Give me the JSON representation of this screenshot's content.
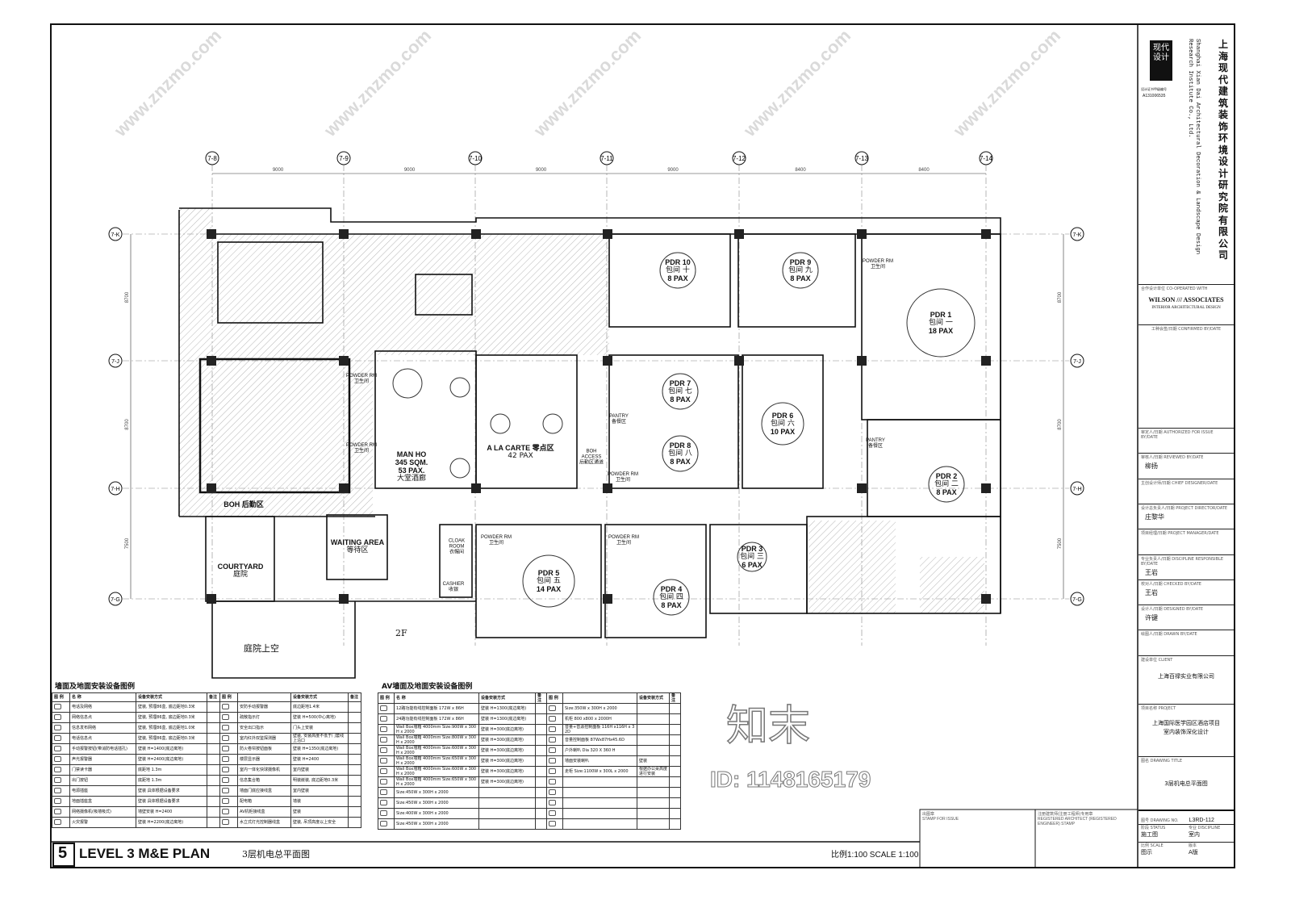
{
  "grid": {
    "columns": [
      "7-8",
      "7-9",
      "7-10",
      "7-11",
      "7-12",
      "7-13",
      "7-14"
    ],
    "column_dims": [
      "9000",
      "9000",
      "9000",
      "9000",
      "8400",
      "8400"
    ],
    "rows": [
      "7-K",
      "7-J",
      "7-H",
      "7-G"
    ],
    "row_dims": [
      "8700",
      "8700",
      "7500"
    ]
  },
  "rooms": {
    "pdr10": {
      "name": "PDR 10",
      "cn": "包间 十",
      "pax": "8 PAX"
    },
    "pdr9": {
      "name": "PDR 9",
      "cn": "包间 九",
      "pax": "8 PAX"
    },
    "pdr1": {
      "name": "PDR 1",
      "cn": "包间 一",
      "pax": "18 PAX"
    },
    "pdr7": {
      "name": "PDR 7",
      "cn": "包间 七",
      "pax": "8 PAX"
    },
    "pdr8": {
      "name": "PDR 8",
      "cn": "包间 八",
      "pax": "8 PAX"
    },
    "pdr6": {
      "name": "PDR 6",
      "cn": "包间 六",
      "pax": "10 PAX"
    },
    "pdr2": {
      "name": "PDR 2",
      "cn": "包间 二",
      "pax": "8 PAX"
    },
    "pdr3": {
      "name": "PDR 3",
      "cn": "包间 三",
      "pax": "6 PAX"
    },
    "pdr4": {
      "name": "PDR 4",
      "cn": "包间 四",
      "pax": "8 PAX"
    },
    "pdr5": {
      "name": "PDR 5",
      "cn": "包间 五",
      "pax": "14 PAX"
    },
    "manho": {
      "name": "MAN HO",
      "area": "345 SQM.",
      "pax": "53 PAX.",
      "cn": "大堂酒廊"
    },
    "alacarte": {
      "name": "A LA CARTE 零点区",
      "pax": "42 PAX"
    },
    "boh_access": {
      "name": "BOH",
      "name2": "ACCESS",
      "cn": "后勤区通道"
    },
    "boh": {
      "name": "BOH 后勤区"
    },
    "waiting": {
      "name": "WAITING AREA",
      "cn": "等待区"
    },
    "courtyard": {
      "name": "COURTYARD",
      "cn": "庭院"
    },
    "cloak": {
      "name": "CLOAK",
      "name2": "ROOM",
      "cn": "衣帽间"
    },
    "cashier": {
      "name": "CASHIER",
      "cn": "收银"
    },
    "pantry": {
      "name": "PANTRY",
      "cn": "备餐区"
    },
    "powder": {
      "name": "POWDER RM",
      "cn": "卫生间"
    },
    "level2": "2F",
    "courtyard_void": "庭院上空"
  },
  "legend_wall": {
    "title": "墙面及地面安装设备图例",
    "headers": [
      "图 例",
      "名 称",
      "设备安装方式",
      "备注",
      "图 例",
      "",
      "设备安装方式",
      "备注"
    ],
    "rows": [
      [
        "电话及网络",
        "壁装, 预埋86盒, 底边距地0.3米",
        "安防手动报警器",
        "底边距地1.4米"
      ],
      [
        "网络信息点",
        "壁装, 预埋86盒, 底边距地0.3米",
        "疏散指示灯",
        "壁装  H=500(中心离地)"
      ],
      [
        "信息发布网络",
        "壁装, 预埋86盒, 底边距地1.0米",
        "安全出口指示",
        "门头上安装"
      ],
      [
        "电话信息点",
        "壁装, 预埋86盒, 底边距地0.3米",
        "室内红外双鉴探测器",
        "壁装, 安装高度不低于门套线上沿口"
      ],
      [
        "手动报警按钮(带消防电话插孔)",
        "壁装  H=1400(底边离地)",
        "防火卷帘按钮面板",
        "壁装  H=1350(底边离地)"
      ],
      [
        "声光报警器",
        "壁装  H=2400(底边离地)",
        "楼层显示器",
        "壁装  H=2400"
      ],
      [
        "门禁读卡器",
        "底距地 1.3m",
        "室内一体化快球摄像机",
        "室内壁装"
      ],
      [
        "出门按钮",
        "底距地 1.3m",
        "信息集合箱",
        "明装嵌装, 底边距地0.3米"
      ],
      [
        "电源插座",
        "壁装  具体根据设备要求",
        "墙面门底应接线盒",
        "室内壁装"
      ],
      [
        "地面插座盒",
        "壁装  具体根据设备要求",
        "配电箱",
        "墙装"
      ],
      [
        "网络摄像机(吸墙吸式)",
        "墙壁安装  H=2400",
        "AV机柜接线盒",
        "壁装"
      ],
      [
        "火灾报警",
        "壁装  H=2200(底边离地)",
        "水立式灯光控制器线盒",
        "壁装, 吊顶高度以上安全"
      ]
    ]
  },
  "legend_av": {
    "title": "AV墙面及地面安装设备图例",
    "headers": [
      "图 例",
      "名 称",
      "设备安装方式",
      "备注",
      "图 例",
      "",
      "设备安装方式",
      "备注"
    ],
    "rows": [
      [
        "12路功能有线控制面板 172W x 86H",
        "壁装  H=1300(底边离地)",
        "Size:350W x 300H x 2000",
        ""
      ],
      [
        "24路功能有线控制面板 172W x 86H",
        "壁装  H=1300(底边离地)",
        "机柜 800 x800 x 2000H",
        ""
      ],
      [
        "Wall Box墙箱 4000mm Size:900W x 300H x 2000",
        "壁装  H=300(底边离地)",
        "音量+音源控制面板 116H x116H x 32D",
        ""
      ],
      [
        "Wall Box墙箱 4000mm Size:800W x 300H x 2000",
        "壁装  H=300(底边离地)",
        "音量控制面板 87Wx87Hx45.6D",
        ""
      ],
      [
        "Wall Box墙箱 4000mm Size:600W x 300H x 2000",
        "壁装  H=300(底边离地)",
        "户外喇叭 Dia 320 X 360 H",
        ""
      ],
      [
        "Wall Box墙箱 4000mm Size:650W x 300H x 2000",
        "壁装  H=300(底边离地)",
        "墙面安装喇叭",
        "壁装"
      ],
      [
        "Wall Box墙箱 4000mm Size:600W x 300H x 2000",
        "壁装  H=300(底边离地)",
        "走柜 Size:1100W x 300L x 2000",
        "根据办公桌高度进行安装"
      ],
      [
        "Wall Box墙箱 4000mm Size:650W x 300H x 2000",
        "壁装  H=300(底边离地)",
        "",
        ""
      ],
      [
        "Size:450W x 300H x 2000",
        "",
        "",
        ""
      ],
      [
        "Size:450W x 300H x 2000",
        "",
        "",
        ""
      ],
      [
        "Size:400W x 300H x 2000",
        "",
        "",
        ""
      ],
      [
        "Size:450W x 300H x 2000",
        "",
        "",
        ""
      ]
    ]
  },
  "footer": {
    "drawing_number": "5",
    "title_en": "LEVEL 3 M&E PLAN",
    "title_cn": "3层机电总平面图",
    "scale": "比例1:100 SCALE 1:100",
    "stamp_label": "出图章\nSTAMP FOR ISSUE",
    "registered_label": "注册建筑师(注册工程师)专用章\nREGISTERED ARCHITECT (REGISTERED ENGINEER) STAMP"
  },
  "titleblock": {
    "company_cn": "上海现代建筑装饰环境设计研究院有限公司",
    "company_en": "Shanghai Xian Dai Architectural Decoration & Landscape Design Research Institute Co., Ltd.",
    "logo_text": "现代设计",
    "cert_label": "设计证书甲级编号",
    "cert_no": "A131006535",
    "coop_label": "合作设计单位 CO-OPERATED WITH",
    "partner": "WILSON /// ASSOCIATES",
    "partner_sub": "INTERIOR ARCHITECTURAL DESIGN",
    "confirm_label": "工种会签/日期 CONFIRMED BY/DATE",
    "fields": [
      {
        "label": "审定人/日期 AUTHORIZED FOR ISSUE BY/DATE",
        "value": ""
      },
      {
        "label": "审核人/日期 REVIEWED BY/DATE",
        "value": "柳扬"
      },
      {
        "label": "主创设计师/日期 CHIEF DESIGNER/DATE",
        "value": ""
      },
      {
        "label": "设计总负责人/日期 PROJECT DIRECTOR/DATE",
        "value": "庄黎华"
      },
      {
        "label": "项目经理/日期 PROJECT MANAGER/DATE",
        "value": ""
      },
      {
        "label": "专业负责人/日期 DISCIPLINE RESPONSIBLE BY/DATE",
        "value": "王岩"
      },
      {
        "label": "校对人/日期 CHECKED BY/DATE",
        "value": "王岩"
      },
      {
        "label": "设计人/日期 DESIGNED BY/DATE",
        "value": "许键"
      },
      {
        "label": "绘图人/日期 DRAWN BY/DATE",
        "value": ""
      }
    ],
    "client_label": "建设单位 CLIENT",
    "client": "上海百禄实业有限公司",
    "project_label": "项目名称 PROJECT",
    "project": "上海国际医学园区酒店项目",
    "project2": "室内装饰深化设计",
    "drawing_title_label": "图名 DRAWING TITLE",
    "drawing_title": "3层机电总平面图",
    "drawing_no_label": "图号 DRAWING NO.",
    "drawing_no": "L3RD-112",
    "status_label": "阶段 STATUS",
    "status": "施工图",
    "discipline_label": "专业 DISCIPLINE",
    "discipline": "室内",
    "scale_label": "比例 SCALE",
    "scale": "图示",
    "version_label": "版本",
    "version": "A版"
  },
  "watermark": {
    "brand": "知末",
    "id": "ID: 1148165179",
    "site": "www.znzmo.com"
  },
  "colors": {
    "line": "#111111",
    "hatch": "#8a8a8a",
    "column": "#222222",
    "background": "#ffffff"
  }
}
